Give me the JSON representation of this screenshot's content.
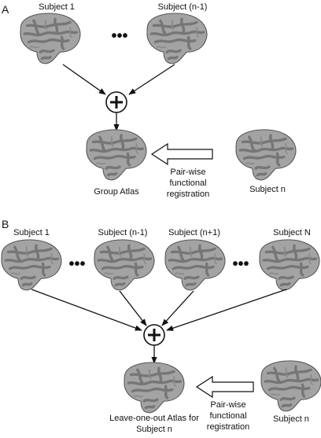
{
  "panel_a": {
    "letter": "A",
    "subject_first": "Subject 1",
    "subject_prev": "Subject (n-1)",
    "dots": "•••",
    "atlas_label": "Group Atlas",
    "registration_lines": [
      "Pair-wise",
      "functional",
      "registration"
    ],
    "subject_target": "Subject n"
  },
  "panel_b": {
    "letter": "B",
    "subject_first": "Subject 1",
    "subject_prev": "Subject (n-1)",
    "subject_next": "Subject (n+1)",
    "subject_last": "Subject N",
    "dots": "•••",
    "atlas_lines": [
      "Leave-one-out Atlas for",
      "Subject n"
    ],
    "registration_lines": [
      "Pair-wise",
      "functional",
      "registration"
    ],
    "subject_target": "Subject n"
  },
  "colors": {
    "brain_light": "#a3a3a3",
    "brain_dark": "#767676",
    "brain_outline": "#555555",
    "arrow": "#111111"
  },
  "icons": {
    "sum_node": "plus-circle-icon",
    "brain": "brain-surface-icon"
  }
}
